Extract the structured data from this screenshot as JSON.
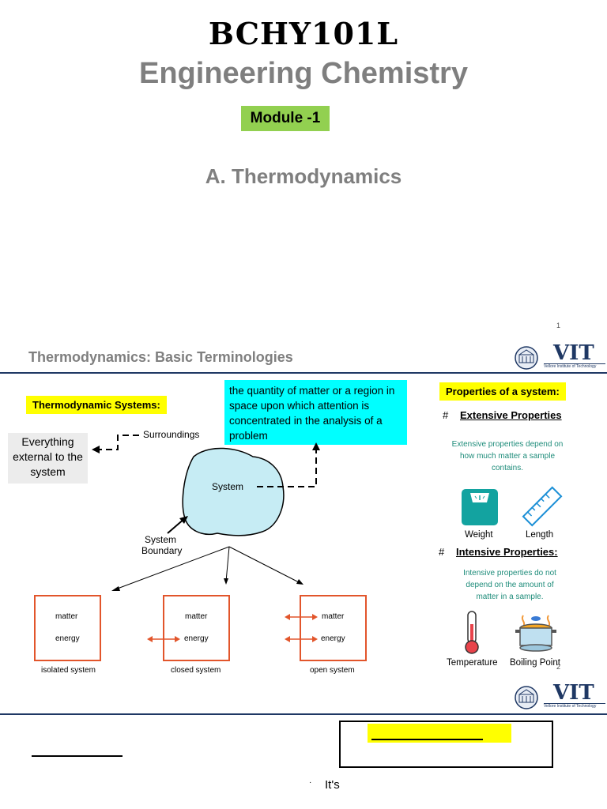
{
  "slide1": {
    "course_code": "BCHY101L",
    "course_title": "Engineering Chemistry",
    "module_label": "Module -1",
    "section_title": "A. Thermodynamics",
    "page_number": "1"
  },
  "slide2": {
    "title": "Thermodynamics: Basic Terminologies",
    "logo_text": "VIT",
    "logo_subtext": "Vellore Institute of Technology",
    "systems_label": "Thermodynamic Systems:",
    "system_definition": "the quantity of matter or a region in space upon which attention is concentrated in the analysis of a problem",
    "surroundings_definition": "Everything external to the system",
    "diagram": {
      "surroundings": "Surroundings",
      "system": "System",
      "system_boundary_1": "System",
      "system_boundary_2": "Boundary",
      "matter": "matter",
      "energy": "energy",
      "isolated": "isolated system",
      "closed": "closed system",
      "open": "open system"
    },
    "properties_label": "Properties of a system:",
    "hash": "#",
    "extensive_heading": "Extensive Properties",
    "extensive_desc": "Extensive properties depend on how much matter a sample contains.",
    "weight": "Weight",
    "length": "Length",
    "intensive_heading": "Intensive Properties:",
    "intensive_desc": "Intensive properties do not depend on the amount of matter in a sample.",
    "temperature": "Temperature",
    "boiling_point": "Boiling Point",
    "page_number": "2"
  },
  "slide3": {
    "logo_text": "VIT",
    "bullet": "·",
    "text": "It's"
  }
}
